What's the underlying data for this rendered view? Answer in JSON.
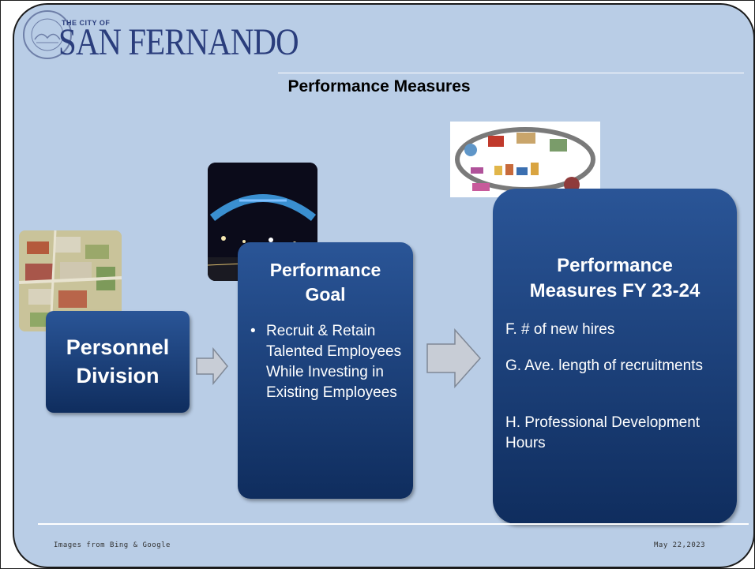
{
  "logo": {
    "small_text": "THE CITY OF",
    "big_text": "SAN FERNANDO"
  },
  "title": "Performance Measures",
  "personnel": {
    "line1": "Personnel",
    "line2": "Division"
  },
  "goal": {
    "title_line1": "Performance",
    "title_line2": "Goal",
    "bullets": [
      "Recruit & Retain Talented Employees While Investing in Existing Employees"
    ]
  },
  "measures": {
    "title_line1": "Performance",
    "title_line2": "Measures FY 23-24",
    "items": [
      "F.  # of new hires",
      "G.  Ave. length of recruitments",
      "H. Professional Development Hours"
    ]
  },
  "footer": {
    "left": "Images from Bing & Google",
    "right": "May 22,2023"
  },
  "colors": {
    "background": "#b9cde6",
    "box": "#1f4584",
    "logo": "#2a3d7c"
  }
}
